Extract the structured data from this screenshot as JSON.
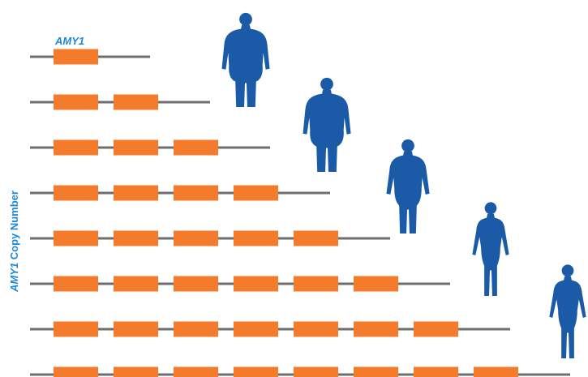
{
  "gene_label": "AMY1",
  "axis_label_prefix": "AMY1",
  "axis_label_suffix": " Copy Number",
  "colors": {
    "copy_block": "#f47a2c",
    "chromosome_line": "#6e6e6e",
    "figure": "#1a5aa6",
    "label": "#1e88d8"
  },
  "rows": [
    {
      "copies": 1
    },
    {
      "copies": 2
    },
    {
      "copies": 3
    },
    {
      "copies": 4
    },
    {
      "copies": 5
    },
    {
      "copies": 6
    },
    {
      "copies": 7
    },
    {
      "copies": 8
    }
  ],
  "figures": [
    {
      "build": "heavy"
    },
    {
      "build": "heavy-medium"
    },
    {
      "build": "medium"
    },
    {
      "build": "slim"
    },
    {
      "build": "slim"
    }
  ],
  "icons": {
    "person": "person-silhouette-icon"
  }
}
